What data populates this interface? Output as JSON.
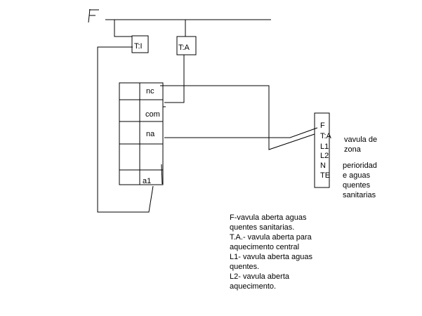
{
  "supply_label": "F",
  "ti_label": "T:I",
  "ta_label": "T:A",
  "relay_terminals": {
    "nc": "nc",
    "com": "com",
    "na": "na",
    "a1": "a1"
  },
  "valve_terminals": [
    "F",
    "T:A",
    "L1",
    "L2",
    "N",
    "TE"
  ],
  "valve_title": [
    "vavula de",
    "zona"
  ],
  "valve_desc": [
    "perioridad",
    "e aguas",
    "quentes",
    "sanitarias"
  ],
  "notes": [
    "F-vavula aberta aguas",
    "quentes sanitarias.",
    "T.A.- vavula aberta para",
    "aquecimento central",
    "L1- vavula aberta aguas",
    "quentes.",
    "L2- vavula aberta",
    "aquecimento."
  ]
}
